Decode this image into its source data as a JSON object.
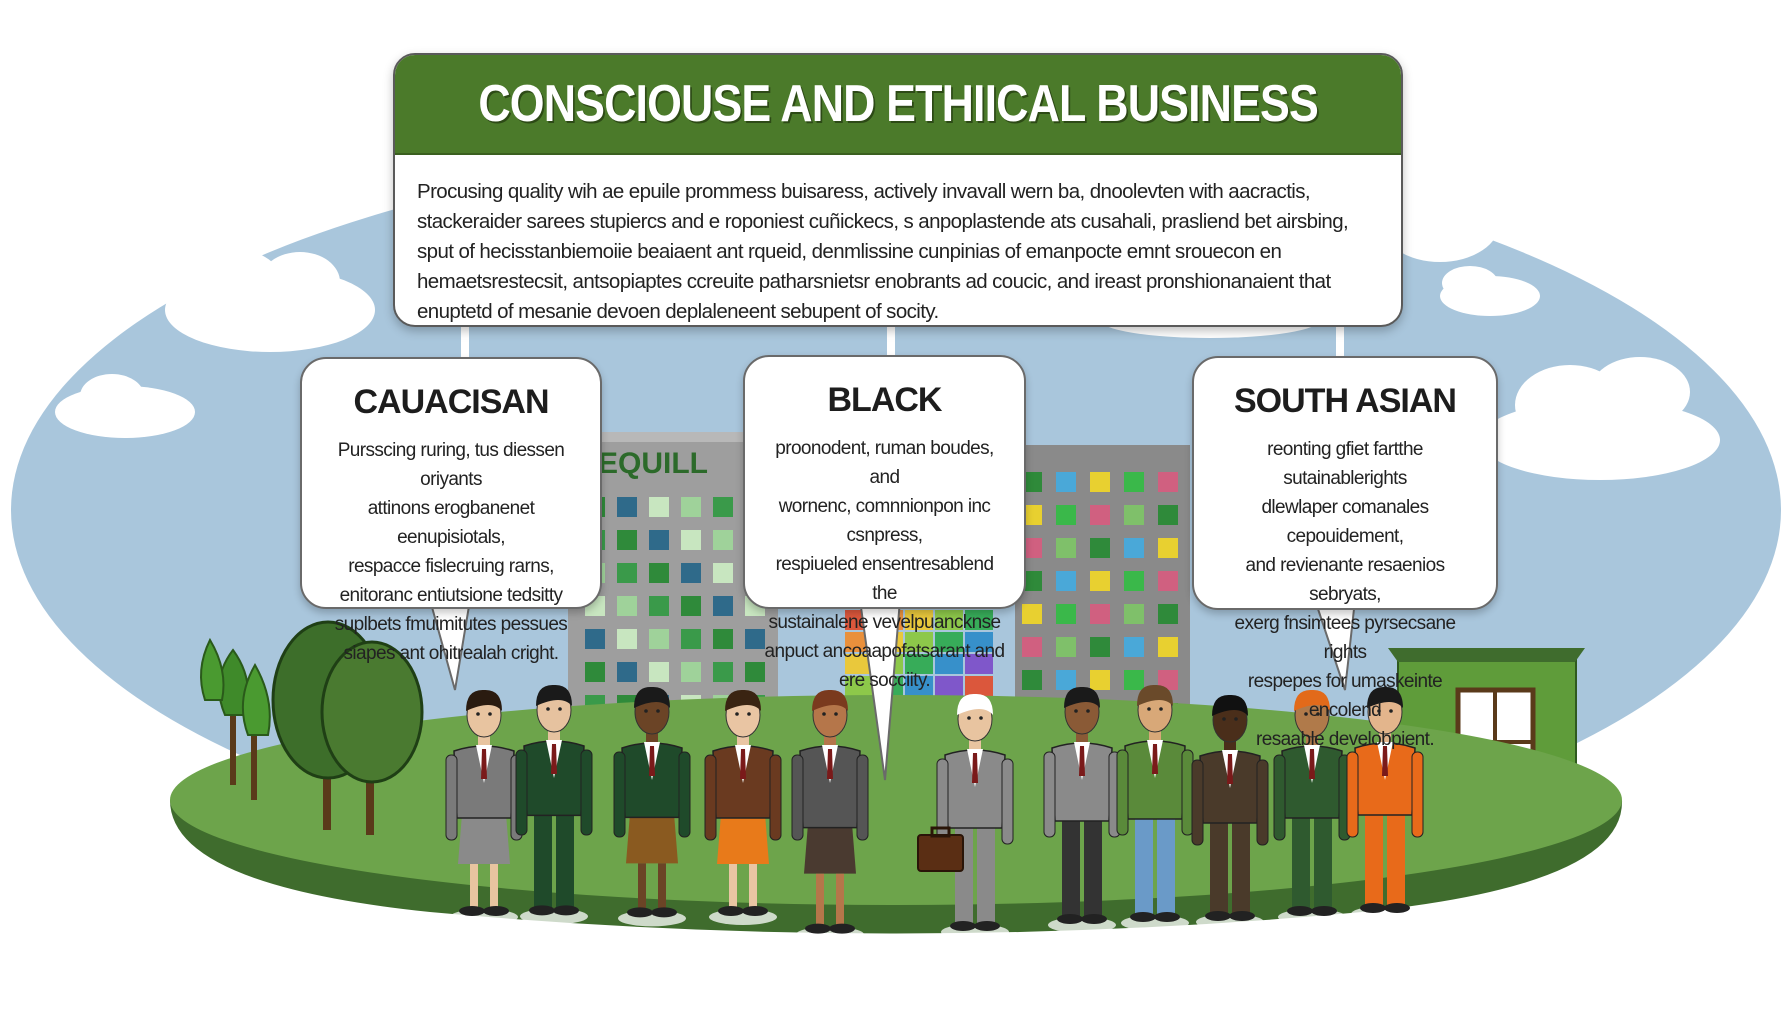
{
  "header": {
    "title": "CONSCIOUSE AND ETHIICAL BUSINESS",
    "body": "Procusing quality wih ae epuile prommess buisaress, actively invavall wern ba, dnoolevten with aacractis, stackeraider sarees stupiercs and e roponiest cuñickecs, s anpoplastende ats cusahali, prasliend bet airsbing, sput of hecisstanbiemoiie beaiaent ant rqueid, denmlissine cunpinias of emanpocte emnt srouecon en hemaetsrestecsit, antsopiaptes ccreuite patharsnietsr enobrants ad coucic, and ireast pronshionanaient that enuptetd of mesanie devoen deplaleneent sebupent of socity."
  },
  "building_sign": "EQUILL",
  "bubbles": [
    {
      "title": "CAUACISAN",
      "lines": [
        "Pursscing ruring, tus diessen oriyants",
        "attinons erogbanenet eenupisiotals,",
        "respacce fislecruing rarns,",
        "enitoranc entiutsione tedsitty",
        "suplbets fmuimitutes pessues",
        "siapes ant ohitrealah cright."
      ]
    },
    {
      "title": "BLACK",
      "lines": [
        "proonodent, ruman boudes, and",
        "wornenc, comnnionpon inc csnpress,",
        "respiueled ensentresablend the",
        "sustainalene vevelpuancknse",
        "anpuct ancoaapofatsarant and",
        "ere socciity."
      ]
    },
    {
      "title": "SOUTH ASIAN",
      "lines": [
        "reonting gfiet fartthe sutainablerights",
        "dlewlaper comanales cepouidement,",
        "and revienante resaenios sebryats,",
        "exerg fnsimtees pyrsecsane rights",
        "respepes for umaskeinte encolend",
        "resaable develobpient."
      ]
    }
  ],
  "colors": {
    "sky": "#a9c6dc",
    "grass": "#6da44b",
    "grass_edge": "#3f6c2d",
    "header_green": "#4b7a2a",
    "building_gray": "#9a9a9a",
    "window_green": "#2f8a3a",
    "shed_green": "#5f9c3a"
  },
  "people": [
    {
      "suit": "#7a7a7a",
      "bottom": "#8a8a8a",
      "skin": "#e8c4a0",
      "hair": "#2a1b10",
      "skirt": true
    },
    {
      "suit": "#1f4a2a",
      "bottom": "#1f4a2a",
      "skin": "#e6c29f",
      "hair": "#1a1a1a",
      "skirt": false
    },
    {
      "suit": "#1f4a2a",
      "bottom": "#8a5a20",
      "skin": "#6b4426",
      "hair": "#1a1a1a",
      "skirt": true
    },
    {
      "suit": "#6a3a20",
      "bottom": "#e87a1a",
      "skin": "#e9c5a3",
      "hair": "#3a2412",
      "skirt": true
    },
    {
      "suit": "#555555",
      "bottom": "#4a3a30",
      "skin": "#b5764a",
      "hair": "#7a3a1e",
      "skirt": true
    },
    {
      "suit": "#8a8a8a",
      "bottom": "#8a8a8a",
      "skin": "#e8c4a0",
      "hair": "#ffffff",
      "skirt": false
    },
    {
      "suit": "#8a8a8a",
      "bottom": "#333333",
      "skin": "#8a5a36",
      "hair": "#1a1a1a",
      "skirt": false
    },
    {
      "suit": "#5a8a3a",
      "bottom": "#6a9ac8",
      "skin": "#d8a878",
      "hair": "#6a4a2a",
      "skirt": false
    },
    {
      "suit": "#4a3a2a",
      "bottom": "#4a3a2a",
      "skin": "#4a2e1a",
      "hair": "#111111",
      "skirt": false
    },
    {
      "suit": "#2f5a2f",
      "bottom": "#2f5a2f",
      "skin": "#b07a4a",
      "hair": "#e26a1a",
      "skirt": false
    },
    {
      "suit": "#e86a1a",
      "bottom": "#e86a1a",
      "skin": "#e3b58c",
      "hair": "#1a1a1a",
      "skirt": false
    }
  ]
}
